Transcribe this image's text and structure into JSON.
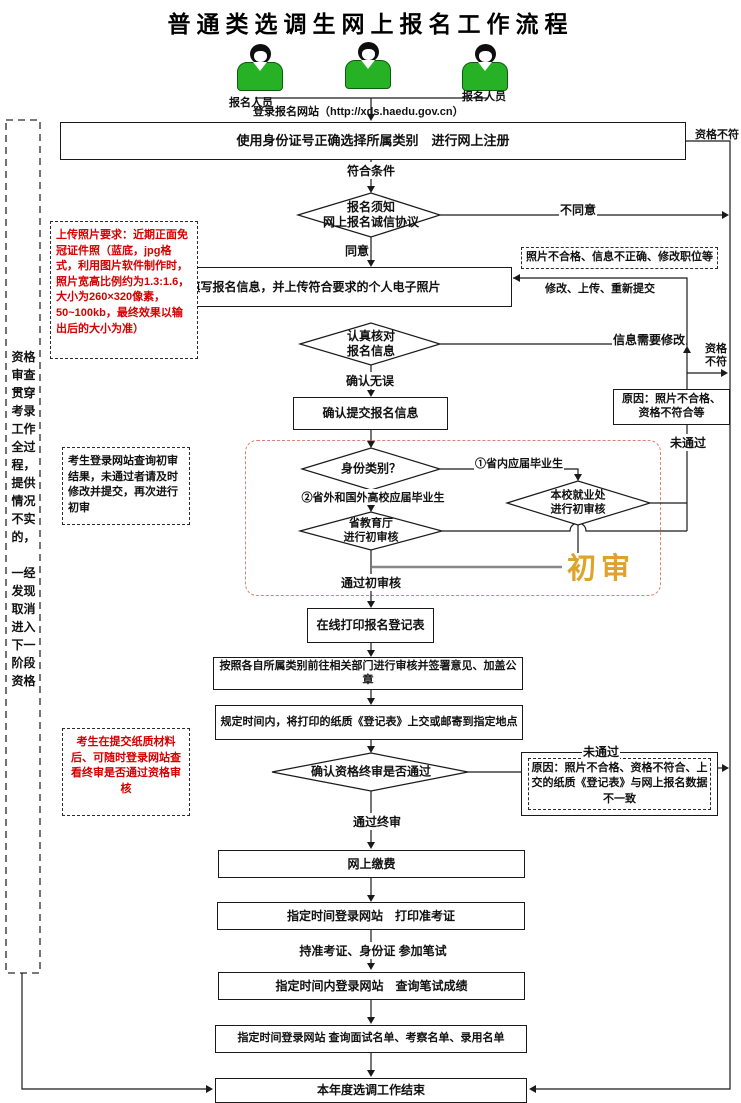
{
  "title": "普通类选调生网上报名工作流程",
  "header": {
    "person_left": "报名人员",
    "person_right": "报名人员",
    "login": "登录报名网站（http://xds.haedu.gov.cn）"
  },
  "nodes": {
    "register": "使用身份证号正确选择所属类别　进行网上注册",
    "notice": "报名须知\n网上报名诚信协议",
    "fill": "按要求正确填写报名信息，并上传符合要求的个人电子照片",
    "photo_issue": "照片不合格、信息不正确、修改职位等",
    "check": "认真核对\n报名信息",
    "submit": "确认提交报名信息",
    "reason_first": "原因：照片不合格、\n资格不符合等",
    "identity": "身份类别？",
    "school_audit": "本校就业处\n进行初审核",
    "edu_audit": "省教育厅\n进行初审核",
    "print_form": "在线打印报名登记表",
    "dept_audit": "按照各自所属类别前往相关部门进行审核并签署意见、加盖公章",
    "mail_form": "规定时间内，将打印的纸质《登记表》上交或邮寄到指定地点",
    "final_audit": "确认资格终审是否通过",
    "reason_final": "原因：照片不合格、资格不符合、上交的纸质《登记表》与网上报名数据不一致",
    "pay": "网上缴费",
    "print_ticket": "指定时间登录网站　打印准考证",
    "query_score": "指定时间内登录网站　查询笔试成绩",
    "query_lists": "指定时间登录网站 查询面试名单、考察名单、录用名单",
    "end": "本年度选调工作结束"
  },
  "edges": {
    "meet": "符合条件",
    "disagree": "不同意",
    "agree": "同意",
    "resubmit": "修改、上传、重新提交",
    "info_modify": "信息需要修改",
    "zige_bufu": "资格\n不符",
    "confirm_ok": "确认无误",
    "fail_first": "未通过",
    "cat_in": "①省内应届毕业生",
    "cat_out": "②省外和国外高校应届毕业生",
    "pass_first": "通过初审核",
    "chushen": "初审",
    "fail_final": "未通过",
    "pass_final": "通过终审",
    "take_exam": "持准考证、身份证 参加笔试",
    "top_right": "资格不符"
  },
  "notes": {
    "photo_req": "上传照片要求：近期正面免冠证件照（蓝底，jpg格式，利用图片软件制作时，照片宽高比例约为1.3:1.6，大小为260×320像素，50~100kb，最终效果以输出后的大小为准）",
    "first_check": "考生登录网站查询初审结果，未通过者请及时修改并提交，再次进行初审",
    "final_check": "考生在提交纸质材料后、可随时登录网站查看终审是否通过资格审核",
    "side_bar": "资格\n审查\n贯穿\n考录\n工作\n全过\n程，\n提供\n情况\n不实\n的，\n \n一经\n发现\n取消\n进入\n下一\n阶段\n资格"
  },
  "colors": {
    "red_text": "#d50000",
    "orange_label": "#dda32b",
    "green_person": "#27b226",
    "dashed_region": "#e08070",
    "line": "#1a1a1a"
  }
}
